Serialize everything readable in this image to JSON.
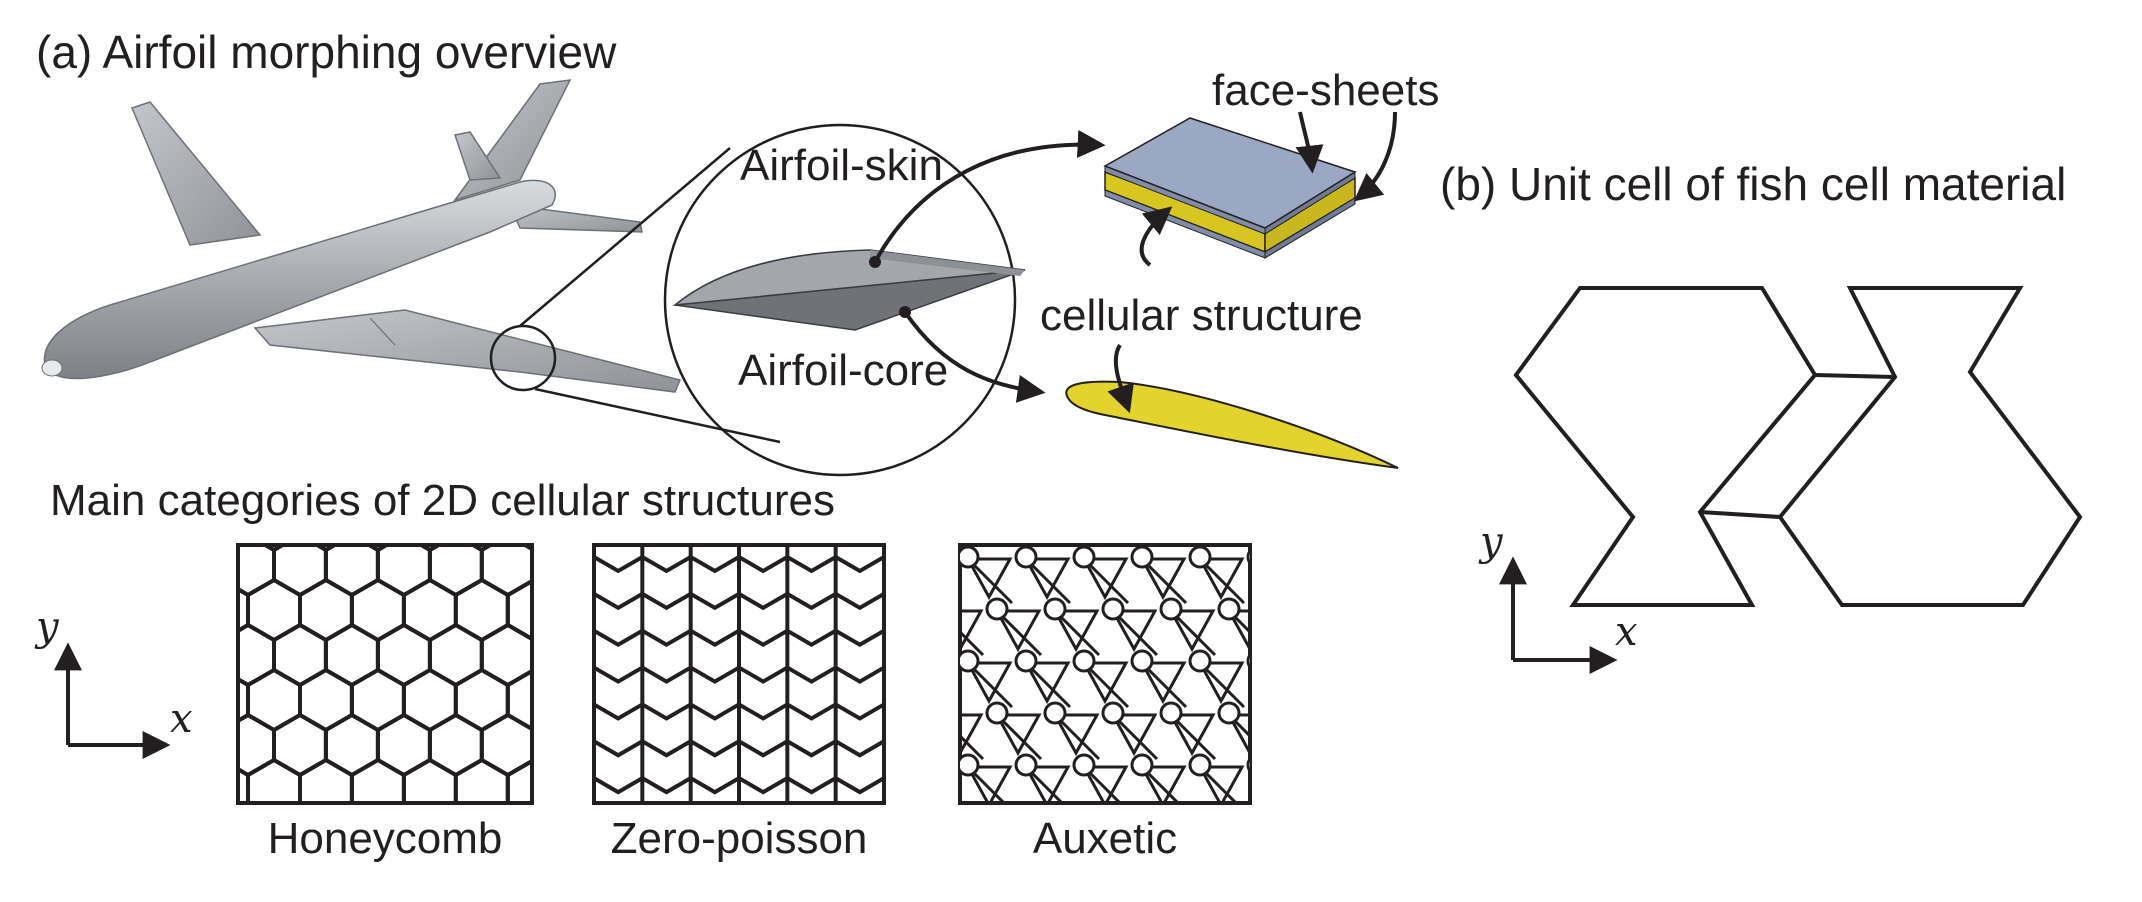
{
  "panel_a": {
    "title": "(a) Airfoil morphing overview",
    "labels": {
      "skin": "Airfoil-skin",
      "core": "Airfoil-core",
      "face_sheets": "face-sheets",
      "cellular": "cellular structure"
    }
  },
  "categories": {
    "title": "Main categories of 2D cellular structures",
    "items": [
      "Honeycomb",
      "Zero-poisson",
      "Auxetic"
    ],
    "axis_x": "x",
    "axis_y": "y"
  },
  "panel_b": {
    "title": "(b) Unit cell of fish cell material",
    "axis_x": "x",
    "axis_y": "y"
  },
  "colors": {
    "ink": "#231f20",
    "aircraft": "#a7abb0",
    "face_sheet": "#9aa8c3",
    "core": "#e2d32d"
  }
}
